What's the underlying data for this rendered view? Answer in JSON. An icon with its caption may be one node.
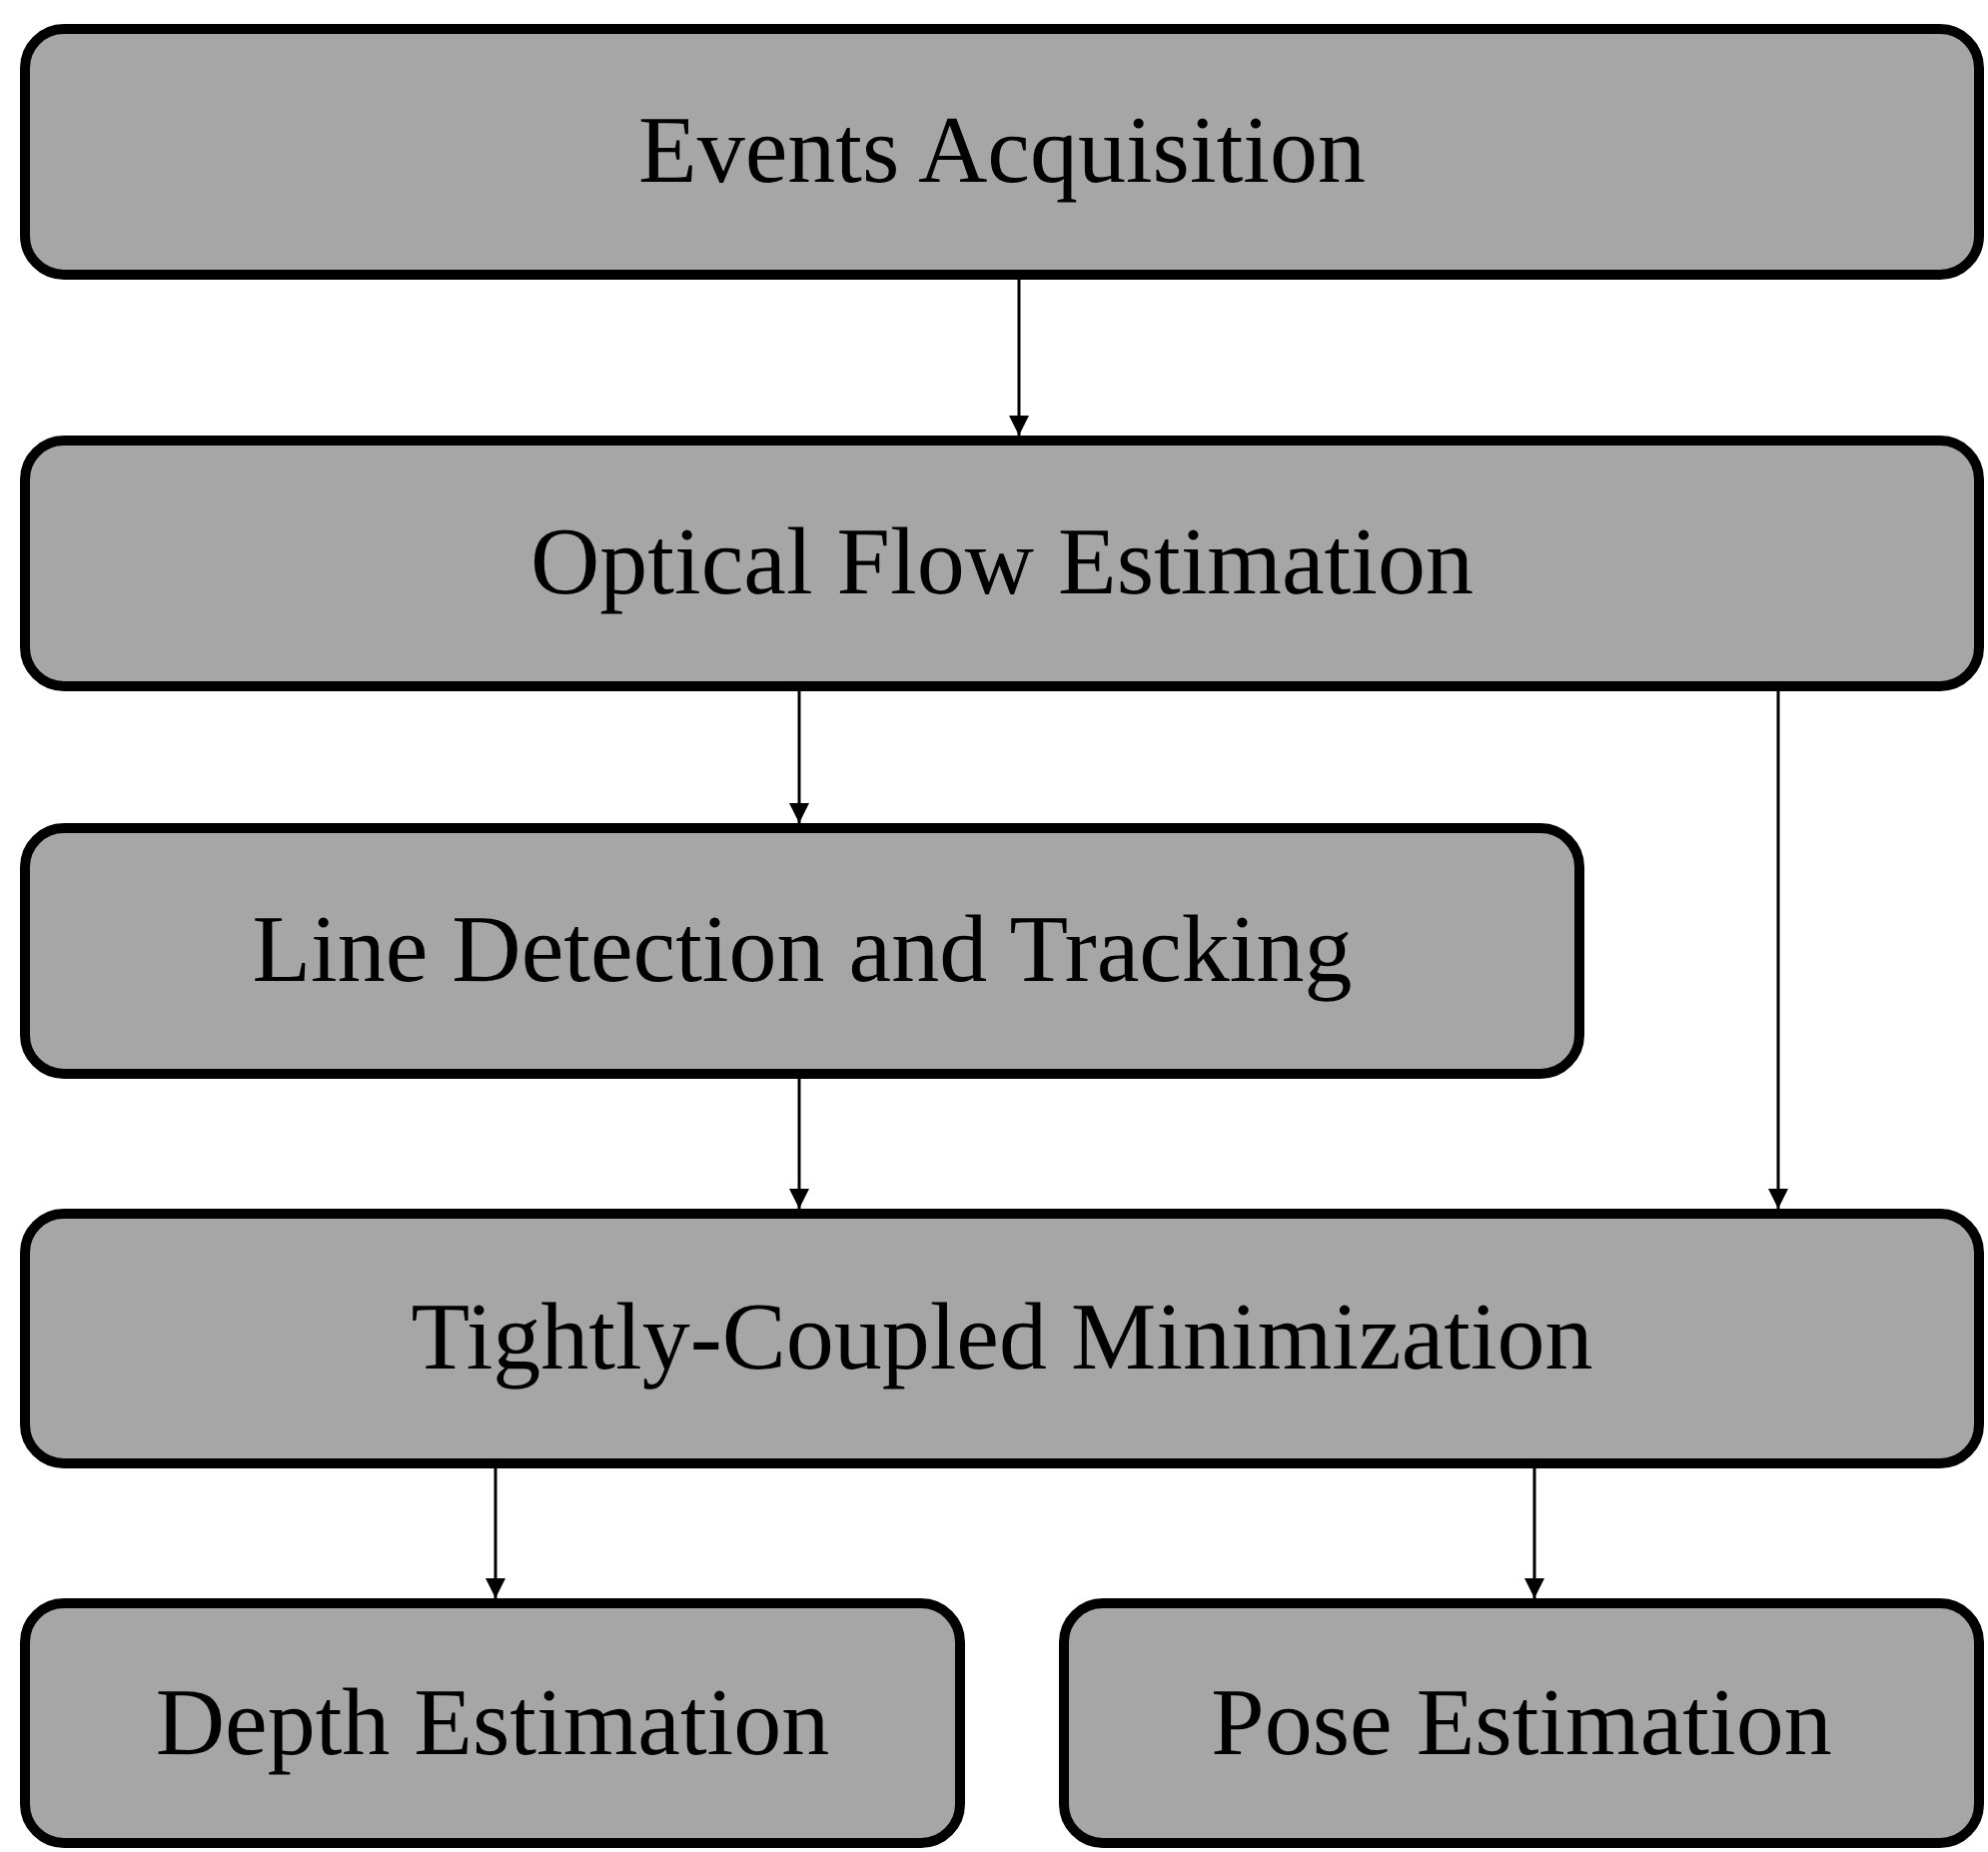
{
  "diagram": {
    "nodes": [
      {
        "text": [
          "Events Acquisition"
        ]
      },
      {
        "text": [
          "Optical Flow Estimation"
        ]
      },
      {
        "text": [
          "Line Detection and Tracking"
        ]
      },
      {
        "text": [
          "Tightly-Coupled Minimization"
        ]
      },
      {
        "text": [
          "Depth Estimation"
        ]
      },
      {
        "text": [
          "Pose Estimation"
        ]
      }
    ],
    "edges": [
      {
        "from": 0,
        "to": 1,
        "arrow": "to"
      },
      {
        "from": 1,
        "to": 2,
        "arrow": "to"
      },
      {
        "from": 1,
        "to": 3,
        "arrow": "to"
      },
      {
        "from": 2,
        "to": 3,
        "arrow": "to"
      },
      {
        "from": 3,
        "to": 4,
        "arrow": "to"
      },
      {
        "from": 3,
        "to": 5,
        "arrow": "to"
      }
    ]
  }
}
